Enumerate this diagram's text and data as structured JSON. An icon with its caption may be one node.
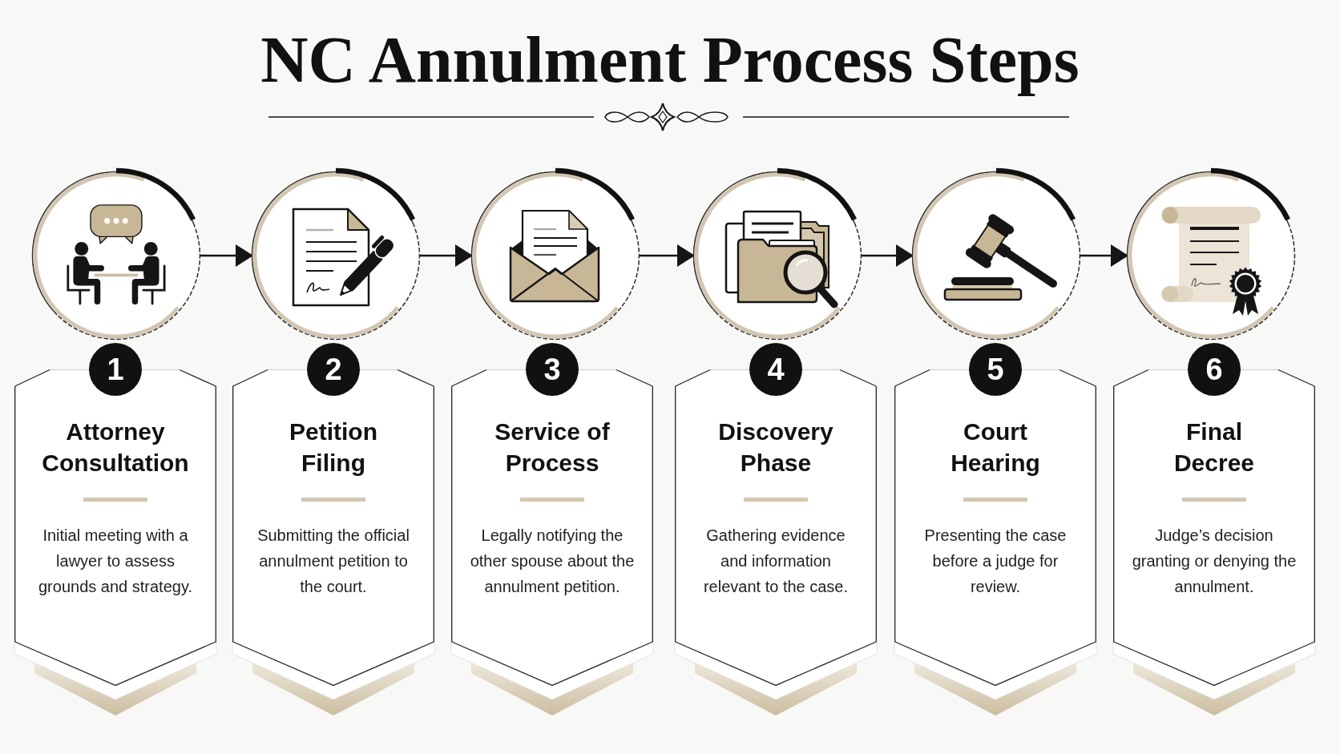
{
  "diagram": {
    "title": "NC Annulment Process Steps",
    "nodes": [
      {
        "text": [],
        "shape": "circle"
      },
      {
        "text": [],
        "shape": "circle"
      },
      {
        "text": [],
        "shape": "circle"
      },
      {
        "text": [],
        "shape": "circle"
      },
      {
        "text": [],
        "shape": "circle"
      },
      {
        "text": [],
        "shape": "circle"
      },
      {
        "text": [
          "1"
        ]
      },
      {
        "text": [
          "2"
        ]
      },
      {
        "text": [
          "3"
        ]
      },
      {
        "text": [
          "4"
        ]
      },
      {
        "text": [
          "5"
        ]
      },
      {
        "text": [
          "6"
        ]
      },
      {
        "text": [
          "Attorney Consultation",
          "Initial meeting with a lawyer to assess grounds and strategy."
        ]
      },
      {
        "text": [
          "Petition Filing",
          "Submitting the official annulment petition to the court."
        ]
      },
      {
        "text": [
          "Service of Process",
          "Legally notifying the other spouse about the annulment petition."
        ]
      },
      {
        "text": [
          "Discovery Phase",
          "Gathering evidence and information relevant to the case."
        ]
      },
      {
        "text": [
          "Court Hearing",
          "Presenting the case before a judge for review."
        ]
      },
      {
        "text": [
          "Final Decree",
          "Judge’s decision granting or denying the annulment."
        ]
      }
    ],
    "edges": [
      {
        "from": 0,
        "to": 1,
        "arrow": "to"
      },
      {
        "from": 1,
        "to": 2,
        "arrow": "to"
      },
      {
        "from": 2,
        "to": 3,
        "arrow": "to"
      },
      {
        "from": 3,
        "to": 4,
        "arrow": "to"
      },
      {
        "from": 4,
        "to": 5,
        "arrow": "to"
      }
    ]
  }
}
